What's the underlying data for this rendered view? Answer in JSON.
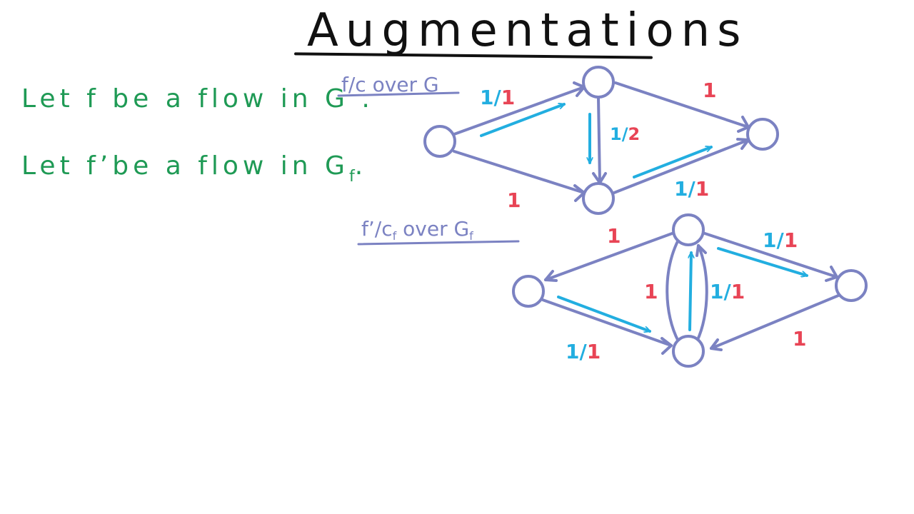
{
  "title": "Augmentations",
  "statements": [
    {
      "text": "Let f be a flow in G ."
    },
    {
      "text": "Let f’be a flow in G",
      "sub": "f",
      "tail": "."
    }
  ],
  "graph_g": {
    "label": "f/c over G",
    "edge_labels": {
      "top_left": {
        "flow": "1/",
        "cap": "1"
      },
      "middle": {
        "flow": "1/",
        "cap": "2"
      },
      "top_right": {
        "cap": "1"
      },
      "bottom_right": {
        "flow": "1/",
        "cap": "1"
      },
      "bottom_left": {
        "cap": "1"
      }
    }
  },
  "graph_gf": {
    "label": "f’/c",
    "label_sub": "f",
    "label_mid": " over G",
    "label_sub2": "f",
    "edge_labels": {
      "top_left": {
        "cap": "1"
      },
      "top_right": {
        "flow": "1/",
        "cap": "1"
      },
      "middle_left": {
        "cap": "1"
      },
      "middle_right": {
        "flow": "1/",
        "cap": "1"
      },
      "bottom_right": {
        "cap": "1"
      },
      "bottom_left": {
        "flow": "1/",
        "cap": "1"
      }
    }
  },
  "colors": {
    "title": "#111111",
    "statement": "#1f9a55",
    "graph": "#7b82c2",
    "flow": "#22aee0",
    "capacity": "#e84455"
  }
}
